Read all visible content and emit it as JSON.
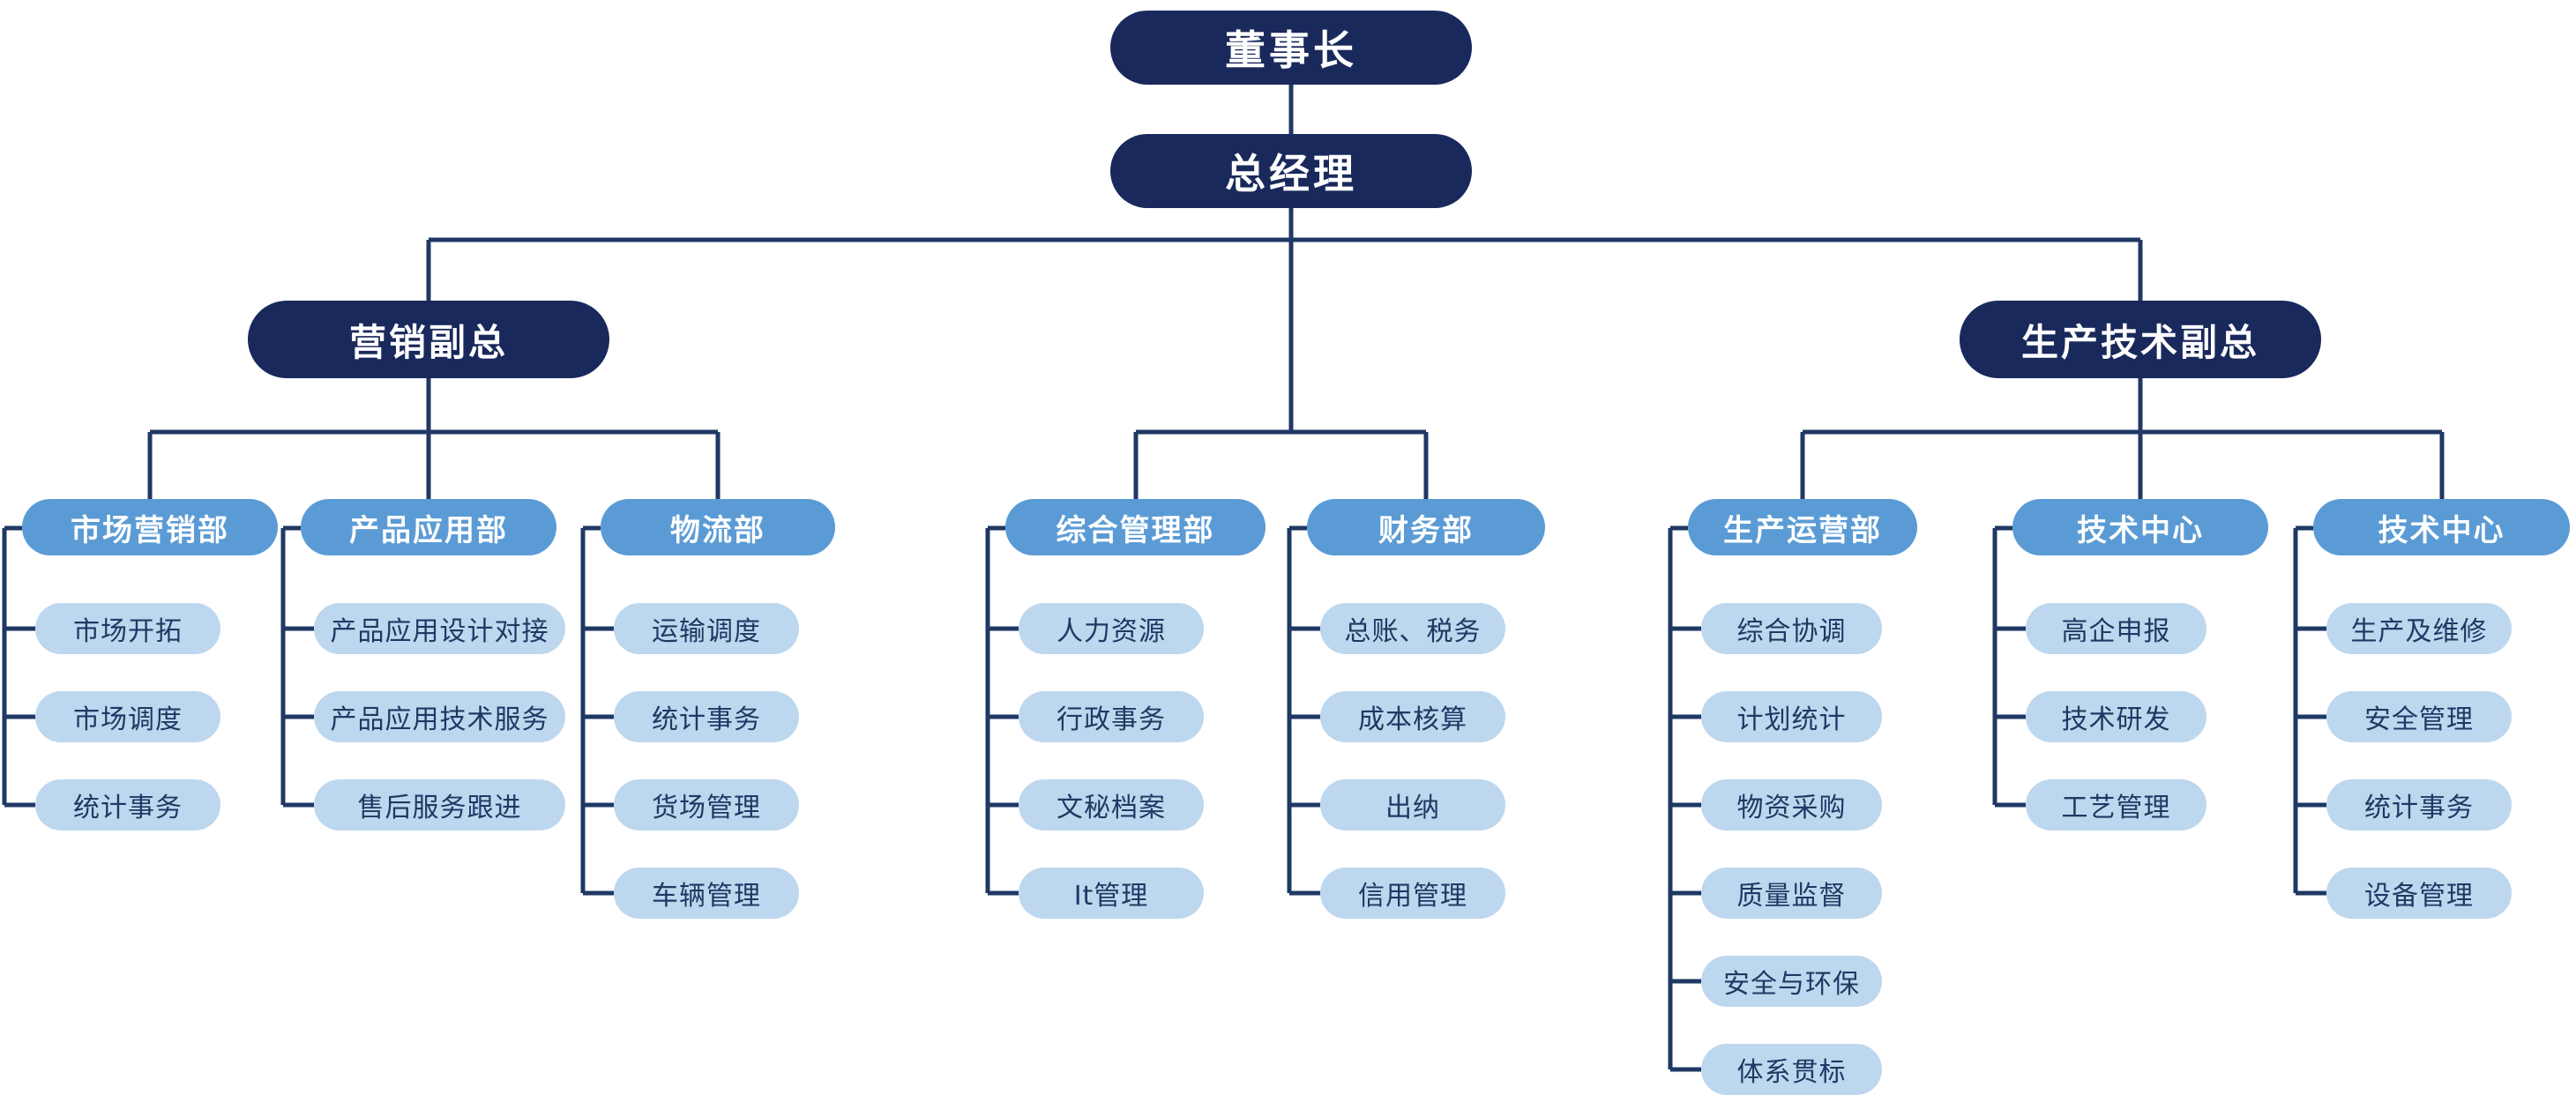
{
  "org": {
    "chairman": "董事长",
    "general_manager": "总经理",
    "vp_marketing": "营销副总",
    "vp_production": "生产技术副总",
    "departments": [
      {
        "name": "市场营销部",
        "items": [
          "市场开拓",
          "市场调度",
          "统计事务"
        ]
      },
      {
        "name": "产品应用部",
        "items": [
          "产品应用设计对接",
          "产品应用技术服务",
          "售后服务跟进"
        ]
      },
      {
        "name": "物流部",
        "items": [
          "运输调度",
          "统计事务",
          "货场管理",
          "车辆管理"
        ]
      },
      {
        "name": "综合管理部",
        "items": [
          "人力资源",
          "行政事务",
          "文秘档案",
          "It管理"
        ]
      },
      {
        "name": "财务部",
        "items": [
          "总账、税务",
          "成本核算",
          "出纳",
          "信用管理"
        ]
      },
      {
        "name": "生产运营部",
        "items": [
          "综合协调",
          "计划统计",
          "物资采购",
          "质量监督",
          "安全与环保",
          "体系贯标"
        ]
      },
      {
        "name": "技术中心",
        "items": [
          "高企申报",
          "技术研发",
          "工艺管理"
        ]
      },
      {
        "name": "技术中心",
        "items": [
          "生产及维修",
          "安全管理",
          "统计事务",
          "设备管理"
        ]
      }
    ],
    "colors": {
      "executive_fill": "#19295c",
      "department_fill": "#5b9bd5",
      "item_fill": "#bdd7ee",
      "item_text": "#1f3864",
      "connector": "#1f3864",
      "background": "#ffffff"
    }
  }
}
